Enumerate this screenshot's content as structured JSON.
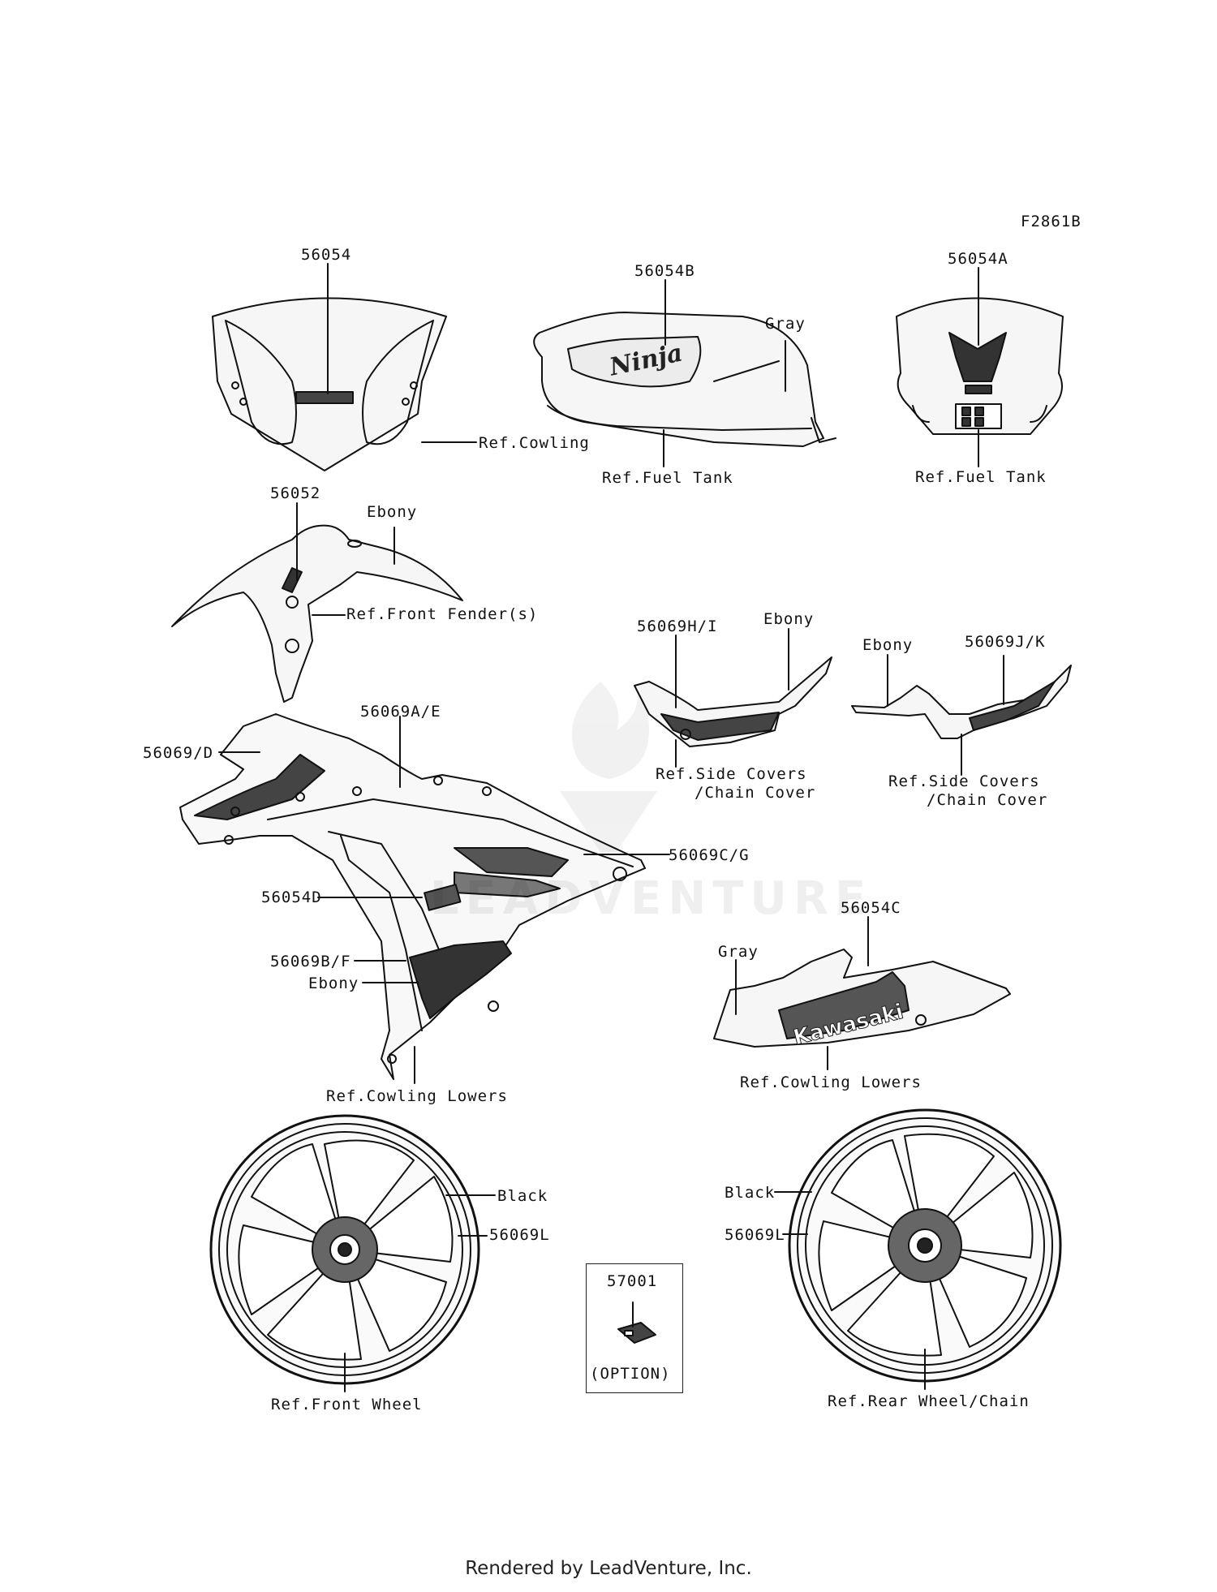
{
  "figure_code": "F2861B",
  "watermark": "LEADVENTURE",
  "footer": "Rendered by LeadVenture, Inc.",
  "colors": {
    "line": "#111111",
    "fill_light": "#f4f4f4",
    "fill_dark": "#333333"
  },
  "labels": {
    "p56054": "56054",
    "ref_cowling": "Ref.Cowling",
    "p56054B": "56054B",
    "gray_tank": "Gray",
    "ref_fuel_tank_1": "Ref.Fuel Tank",
    "p56054A": "56054A",
    "ref_fuel_tank_2": "Ref.Fuel Tank",
    "p56052": "56052",
    "ebony_fender": "Ebony",
    "ref_front_fender": "Ref.Front Fender(s)",
    "p56069HI": "56069H/I",
    "ebony_side_1": "Ebony",
    "ref_side_covers_1a": "Ref.Side Covers",
    "ref_side_covers_1b": "/Chain Cover",
    "ebony_side_2": "Ebony",
    "p56069JK": "56069J/K",
    "ref_side_covers_2a": "Ref.Side Covers",
    "ref_side_covers_2b": "/Chain Cover",
    "p56069D": "56069/D",
    "p56069AE": "56069A/E",
    "p56069CG": "56069C/G",
    "p56054D": "56054D",
    "p56069BF": "56069B/F",
    "ebony_cowling": "Ebony",
    "ref_cowling_lowers_1": "Ref.Cowling Lowers",
    "p56054C": "56054C",
    "gray_lower": "Gray",
    "ref_cowling_lowers_2": "Ref.Cowling Lowers",
    "black_front": "Black",
    "p56069L_front": "56069L",
    "ref_front_wheel": "Ref.Front Wheel",
    "p57001": "57001",
    "option": "(OPTION)",
    "black_rear": "Black",
    "p56069L_rear": "56069L",
    "ref_rear_wheel": "Ref.Rear Wheel/Chain"
  }
}
